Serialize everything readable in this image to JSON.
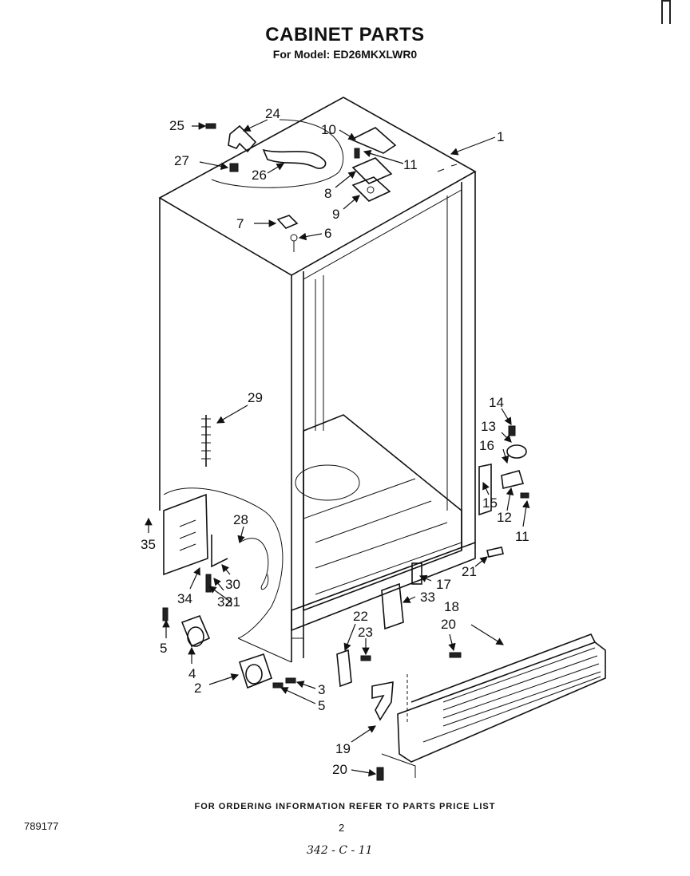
{
  "header": {
    "title": "CABINET PARTS",
    "subtitle": "For Model: ED26MKXLWR0"
  },
  "footer": {
    "ordering_note": "FOR ORDERING INFORMATION REFER TO PARTS PRICE LIST",
    "doc_number": "789177",
    "page_number": "2",
    "handwritten_code": "342 - C - 11"
  },
  "callouts": {
    "c1": "1",
    "c2": "2",
    "c3": "3",
    "c4": "4",
    "c5a": "5",
    "c5b": "5",
    "c6": "6",
    "c7": "7",
    "c8": "8",
    "c9": "9",
    "c10": "10",
    "c11a": "11",
    "c11b": "11",
    "c12": "12",
    "c13": "13",
    "c14": "14",
    "c15": "15",
    "c16": "16",
    "c17": "17",
    "c18": "18",
    "c19": "19",
    "c20a": "20",
    "c20b": "20",
    "c21": "21",
    "c22": "22",
    "c23": "23",
    "c24": "24",
    "c25": "25",
    "c26": "26",
    "c27": "27",
    "c28": "28",
    "c29": "29",
    "c30": "30",
    "c31": "31",
    "c32": "32",
    "c33": "33",
    "c34": "34",
    "c35": "35"
  }
}
